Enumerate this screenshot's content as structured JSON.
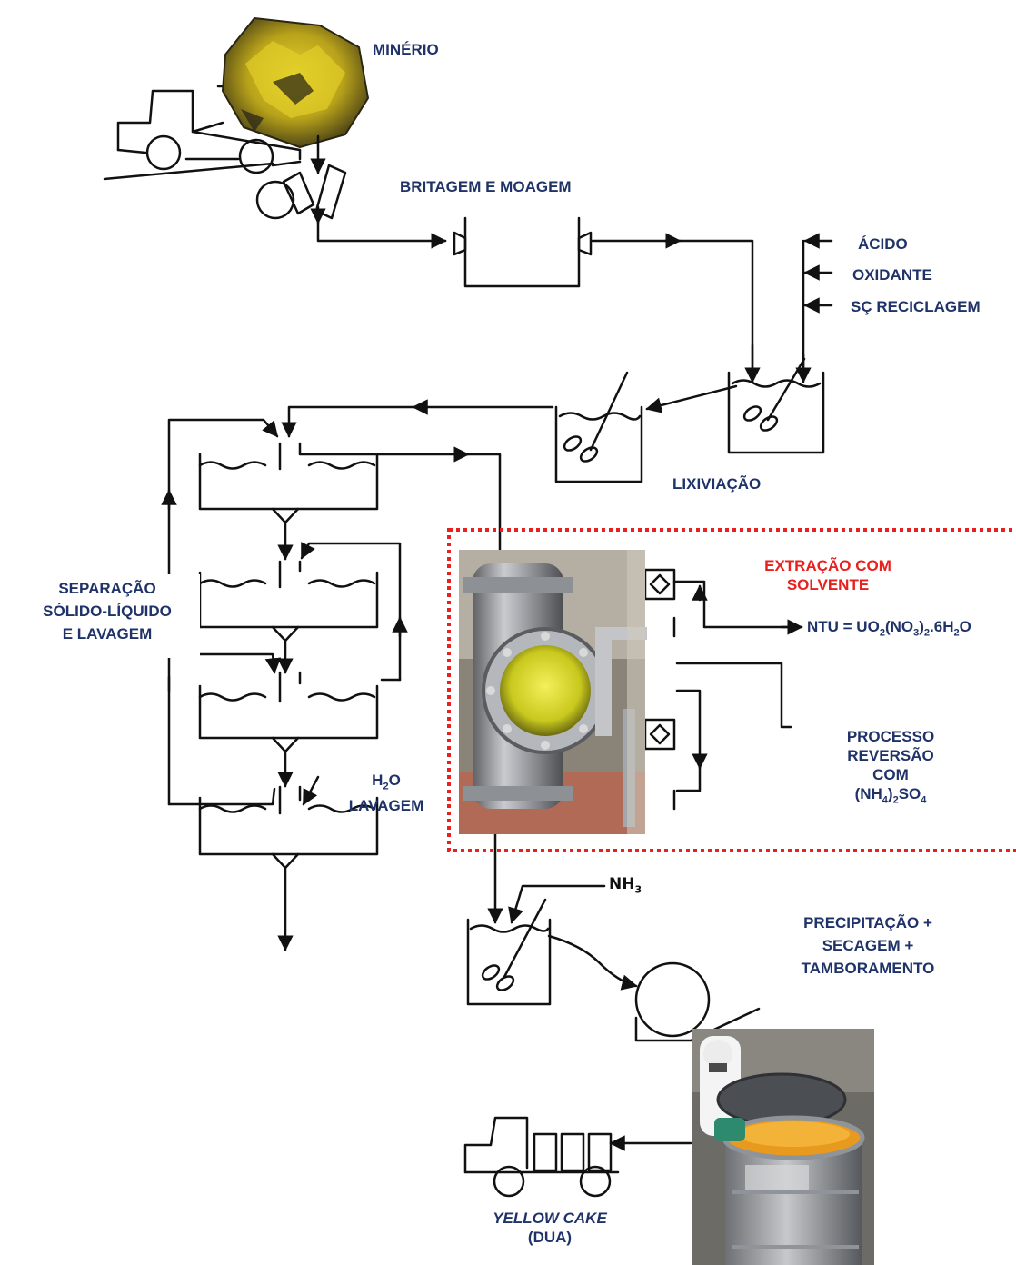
{
  "labels": {
    "minerio": "MINÉRIO",
    "britagem": "BRITAGEM E MOAGEM",
    "acido": "ÁCIDO",
    "oxidante": "OXIDANTE",
    "reciclagem": "SÇ RECICLAGEM",
    "lixiviacao": "LIXIVIAÇÃO",
    "separacao_1": "SEPARAÇÃO",
    "separacao_2": "SÓLIDO-LÍQUIDO",
    "separacao_3": "E LAVAGEM",
    "extracao_1": "EXTRAÇÃO COM",
    "extracao_2": "SOLVENTE",
    "ntu_prefix": "NTU = UO",
    "processo_1": "PROCESSO",
    "processo_2": "REVERSÃO",
    "processo_3": "COM",
    "h2o_lavagem": "LAVAGEM",
    "precip_1": "PRECIPITAÇÃO +",
    "precip_2": "SECAGEM +",
    "precip_3": "TAMBORAMENTO",
    "yellow_cake": "YELLOW CAKE",
    "dua": "(DUA)"
  },
  "colors": {
    "label_text": "#1f3368",
    "highlight_red": "#e8201e",
    "ore_yellow": "#d9c21a",
    "line": "#111111"
  },
  "icons": {
    "ore": "ore-rock-icon",
    "truck": "dump-truck-icon",
    "reactor_photo": "solvent-extraction-column-photo",
    "drum_photo": "yellow-cake-drum-photo"
  }
}
